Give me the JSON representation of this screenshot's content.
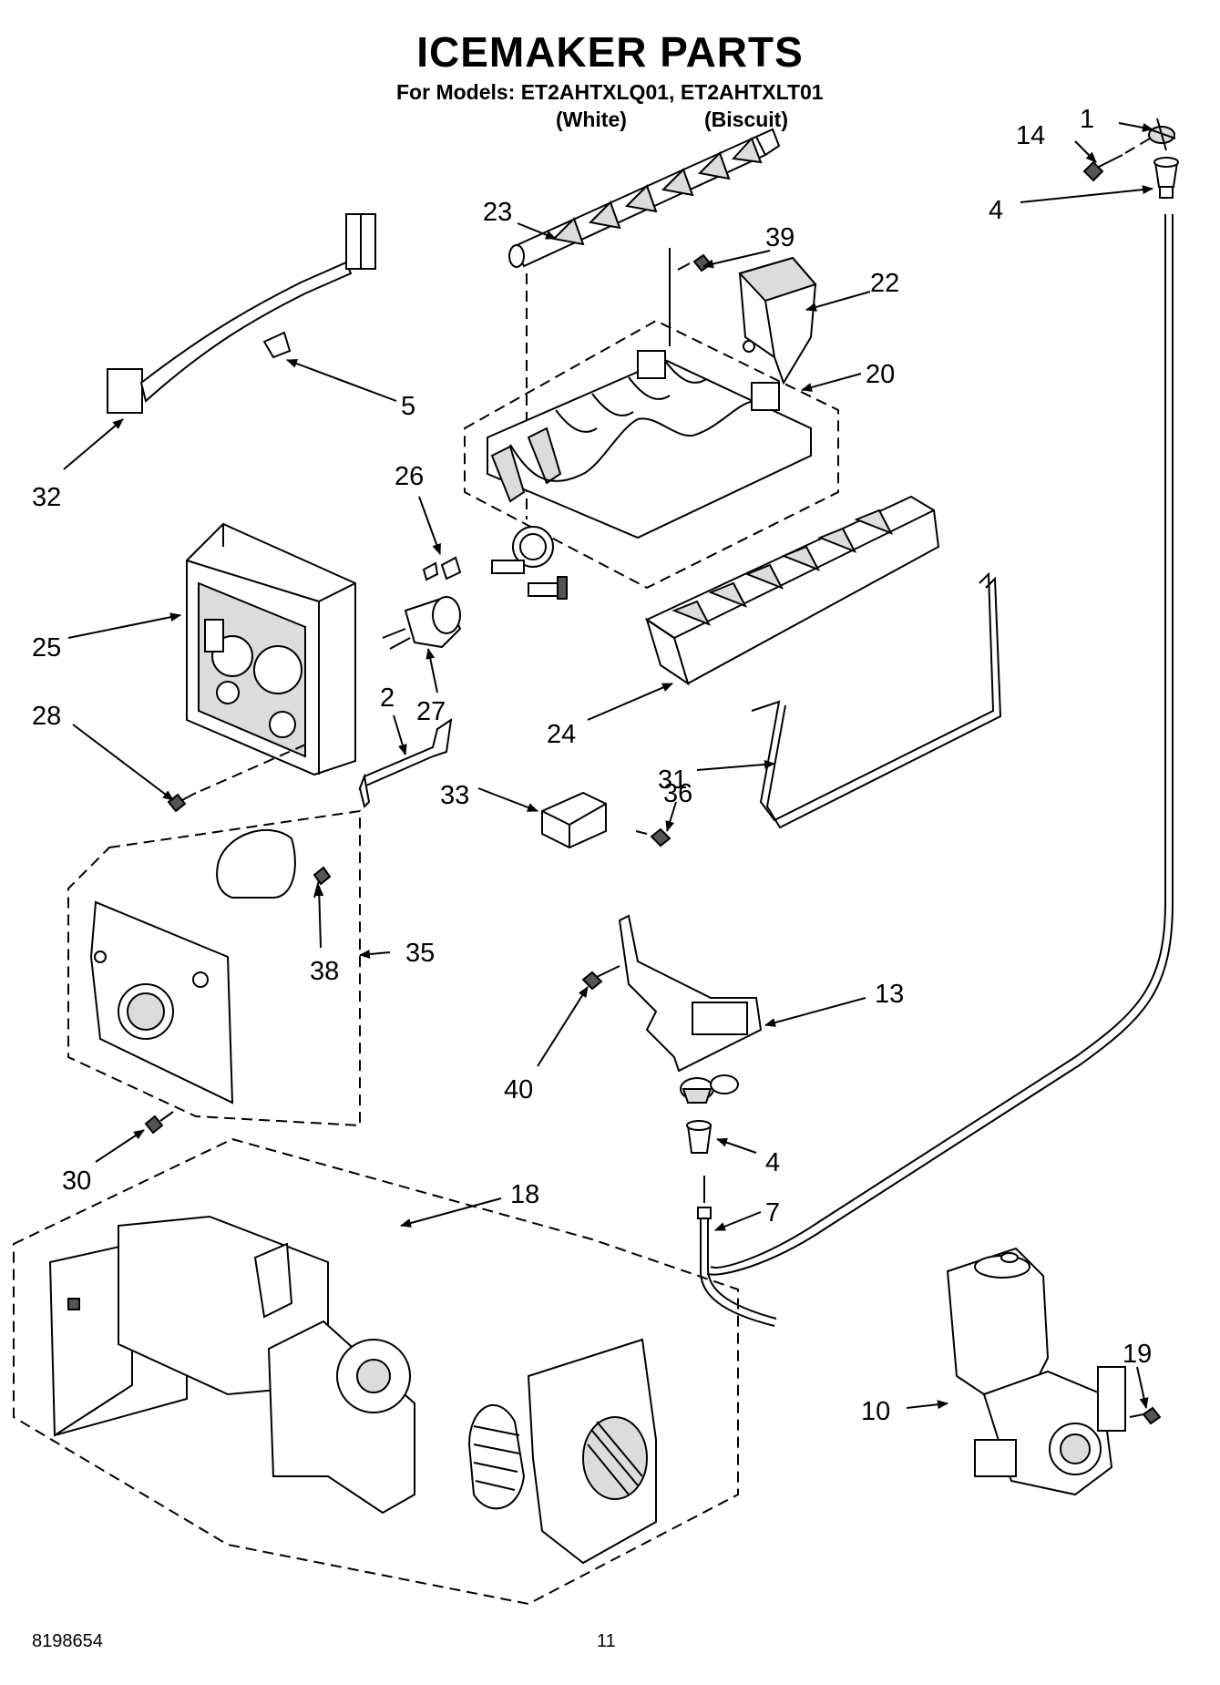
{
  "header": {
    "title": "ICEMAKER PARTS",
    "models_line": "For Models: ET2AHTXLQ01, ET2AHTXLT01",
    "color_white": "(White)",
    "color_biscuit": "(Biscuit)"
  },
  "callouts": {
    "p1": "1",
    "p14": "14",
    "p4a": "4",
    "p23": "23",
    "p39": "39",
    "p22": "22",
    "p20": "20",
    "p5": "5",
    "p32": "32",
    "p26": "26",
    "p25": "25",
    "p27": "27",
    "p2": "2",
    "p24": "24",
    "p28": "28",
    "p31": "31",
    "p33": "33",
    "p36": "36",
    "p38": "38",
    "p35": "35",
    "p13": "13",
    "p40": "40",
    "p4b": "4",
    "p30": "30",
    "p18": "18",
    "p7": "7",
    "p19": "19",
    "p10": "10"
  },
  "footer": {
    "doc_number": "8198654",
    "page_number": "11"
  }
}
